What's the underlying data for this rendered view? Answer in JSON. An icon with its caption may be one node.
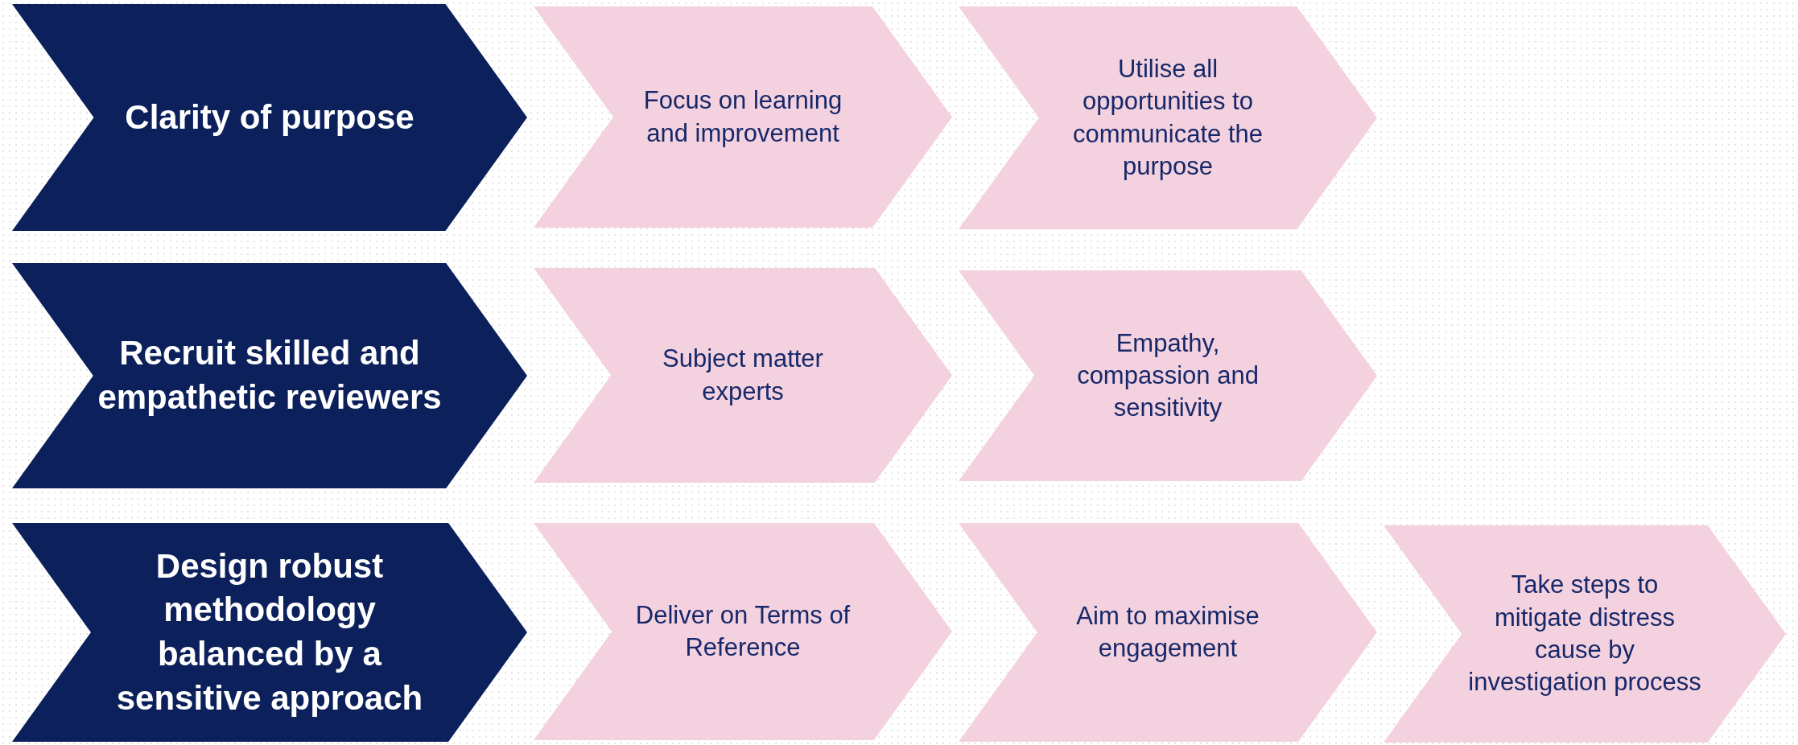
{
  "diagram": {
    "nodes": [
      {
        "text": [
          "Clarity of purpose"
        ]
      },
      {
        "text": [
          "Focus on learning and improvement"
        ]
      },
      {
        "text": [
          "Utilise all opportunities to communicate the purpose"
        ]
      },
      {
        "text": [
          "Recruit skilled and empathetic reviewers"
        ]
      },
      {
        "text": [
          "Subject matter experts"
        ]
      },
      {
        "text": [
          "Empathy, compassion and sensitivity"
        ]
      },
      {
        "text": [
          "Design robust methodology balanced by a sensitive approach"
        ]
      },
      {
        "text": [
          "Deliver on Terms of Reference"
        ]
      },
      {
        "text": [
          "Aim to maximise engagement"
        ]
      },
      {
        "text": [
          "Take steps to mitigate distress cause by investigation process"
        ]
      }
    ]
  }
}
